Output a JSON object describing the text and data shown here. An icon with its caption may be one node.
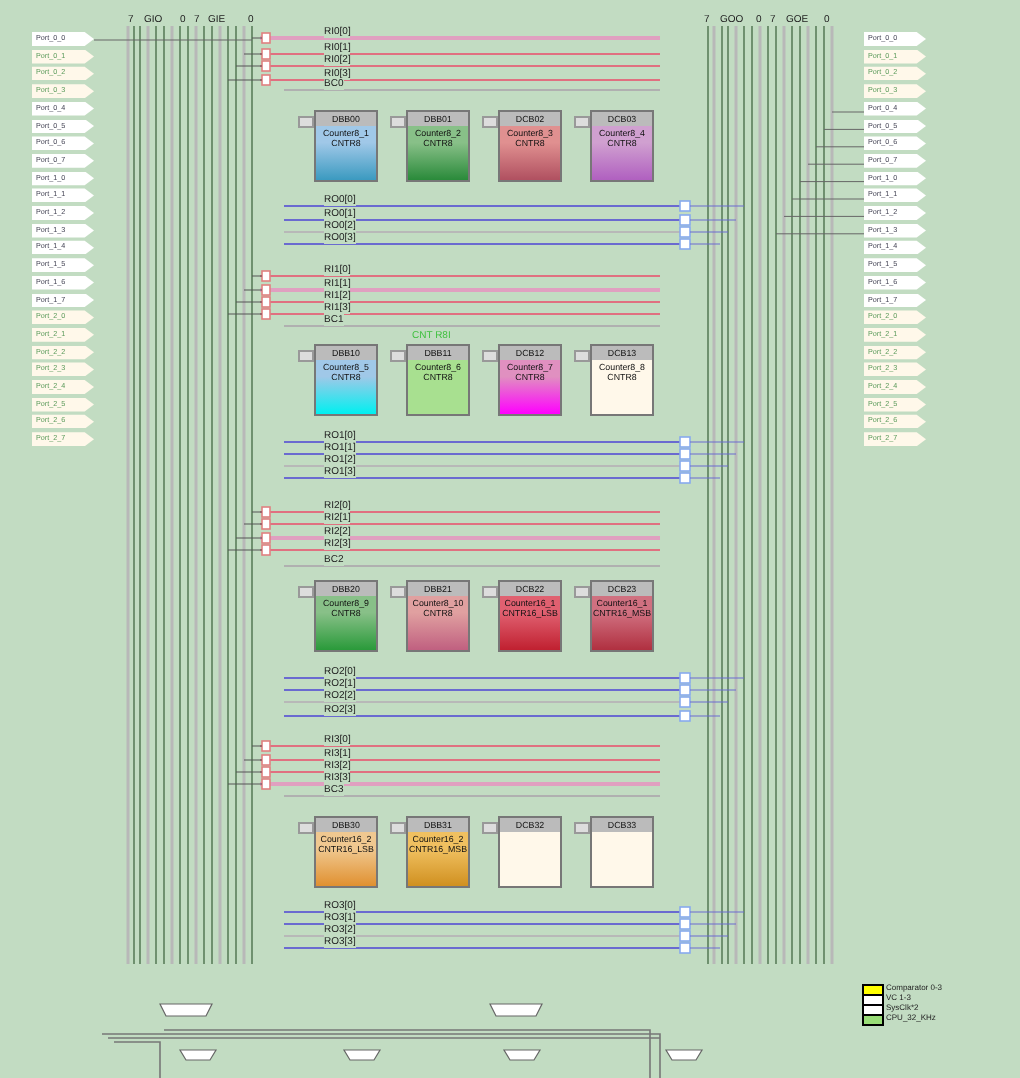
{
  "diagram": {
    "nodes": [
      {
        "text": [
          "Port_0_0"
        ]
      },
      {
        "text": [
          "Port_0_1"
        ]
      },
      {
        "text": [
          "Port_0_2"
        ]
      },
      {
        "text": [
          "Port_0_3"
        ]
      },
      {
        "text": [
          "Port_0_4"
        ]
      },
      {
        "text": [
          "Port_0_5"
        ]
      },
      {
        "text": [
          "Port_0_6"
        ]
      },
      {
        "text": [
          "Port_0_7"
        ]
      },
      {
        "text": [
          "Port_1_0"
        ]
      },
      {
        "text": [
          "Port_1_1"
        ]
      },
      {
        "text": [
          "Port_1_2"
        ]
      },
      {
        "text": [
          "Port_1_3"
        ]
      },
      {
        "text": [
          "Port_1_4"
        ]
      },
      {
        "text": [
          "Port_1_5"
        ]
      },
      {
        "text": [
          "Port_1_6"
        ]
      },
      {
        "text": [
          "Port_1_7"
        ]
      },
      {
        "text": [
          "Port_2_0"
        ]
      },
      {
        "text": [
          "Port_2_1"
        ]
      },
      {
        "text": [
          "Port_2_2"
        ]
      },
      {
        "text": [
          "Port_2_3"
        ]
      },
      {
        "text": [
          "Port_2_4"
        ]
      },
      {
        "text": [
          "Port_2_5"
        ]
      },
      {
        "text": [
          "Port_2_6"
        ]
      },
      {
        "text": [
          "Port_2_7"
        ]
      },
      {
        "text": [
          "Port_0_0"
        ]
      },
      {
        "text": [
          "Port_0_1"
        ]
      },
      {
        "text": [
          "Port_0_2"
        ]
      },
      {
        "text": [
          "Port_0_3"
        ]
      },
      {
        "text": [
          "Port_0_4"
        ]
      },
      {
        "text": [
          "Port_0_5"
        ]
      },
      {
        "text": [
          "Port_0_6"
        ]
      },
      {
        "text": [
          "Port_0_7"
        ]
      },
      {
        "text": [
          "Port_1_0"
        ]
      },
      {
        "text": [
          "Port_1_1"
        ]
      },
      {
        "text": [
          "Port_1_2"
        ]
      },
      {
        "text": [
          "Port_1_3"
        ]
      },
      {
        "text": [
          "Port_1_4"
        ]
      },
      {
        "text": [
          "Port_1_5"
        ]
      },
      {
        "text": [
          "Port_1_6"
        ]
      },
      {
        "text": [
          "Port_1_7"
        ]
      },
      {
        "text": [
          "Port_2_0"
        ]
      },
      {
        "text": [
          "Port_2_1"
        ]
      },
      {
        "text": [
          "Port_2_2"
        ]
      },
      {
        "text": [
          "Port_2_3"
        ]
      },
      {
        "text": [
          "Port_2_4"
        ]
      },
      {
        "text": [
          "Port_2_5"
        ]
      },
      {
        "text": [
          "Port_2_6"
        ]
      },
      {
        "text": [
          "Port_2_7"
        ]
      },
      {
        "text": [
          "DBB00",
          "Counter8_1",
          "CNTR8"
        ]
      },
      {
        "text": [
          "DBB01",
          "Counter8_2",
          "CNTR8"
        ]
      },
      {
        "text": [
          "DCB02",
          "Counter8_3",
          "CNTR8"
        ]
      },
      {
        "text": [
          "DCB03",
          "Counter8_4",
          "CNTR8"
        ]
      },
      {
        "text": [
          "DBB10",
          "Counter8_5",
          "CNTR8"
        ]
      },
      {
        "text": [
          "DBB11",
          "Counter8_6",
          "CNTR8"
        ],
        "beside": [
          "CNT R8I"
        ]
      },
      {
        "text": [
          "DCB12",
          "Counter8_7",
          "CNTR8"
        ]
      },
      {
        "text": [
          "DCB13",
          "Counter8_8",
          "CNTR8"
        ]
      },
      {
        "text": [
          "DBB20",
          "Counter8_9",
          "CNTR8"
        ]
      },
      {
        "text": [
          "DBB21",
          "Counter8_10",
          "CNTR8"
        ]
      },
      {
        "text": [
          "DCB22",
          "Counter16_1",
          "CNTR16_LSB"
        ]
      },
      {
        "text": [
          "DCB23",
          "Counter16_1",
          "CNTR16_MSB"
        ]
      },
      {
        "text": [
          "DBB30",
          "Counter16_2",
          "CNTR16_LSB"
        ]
      },
      {
        "text": [
          "DBB31",
          "Counter16_2",
          "CNTR16_MSB"
        ]
      },
      {
        "text": [
          "DCB32"
        ]
      },
      {
        "text": [
          "DCB33"
        ]
      }
    ],
    "labels": [
      "7",
      "GIO",
      "0",
      "7",
      "GIE",
      "0",
      "7",
      "GOO",
      "0",
      "7",
      "GOE",
      "0",
      "RI0[0]",
      "RI0[1]",
      "RI0[2]",
      "RI0[3]",
      "BC0",
      "RO0[0]",
      "RO0[1]",
      "RO0[2]",
      "RO0[3]",
      "RI1[0]",
      "RI1[1]",
      "RI1[2]",
      "RI1[3]",
      "BC1",
      "RO1[0]",
      "RO1[1]",
      "RO1[2]",
      "RO1[3]",
      "RI2[0]",
      "RI2[1]",
      "RI2[2]",
      "RI2[3]",
      "BC2",
      "RO2[0]",
      "RO2[1]",
      "RO2[2]",
      "RO2[3]",
      "RI3[0]",
      "RI3[1]",
      "RI3[2]",
      "RI3[3]",
      "BC3",
      "RO3[0]",
      "RO3[1]",
      "RO3[2]",
      "RO3[3]"
    ],
    "legend": [
      {
        "text": "Comparator 0-3",
        "color": "#ffff00"
      },
      {
        "text": "VC 1-3",
        "color": "#ffffff"
      },
      {
        "text": "SysClk*2",
        "color": "#ffffff"
      },
      {
        "text": "CPU_32_KHz",
        "color": "#99dd77"
      }
    ]
  }
}
